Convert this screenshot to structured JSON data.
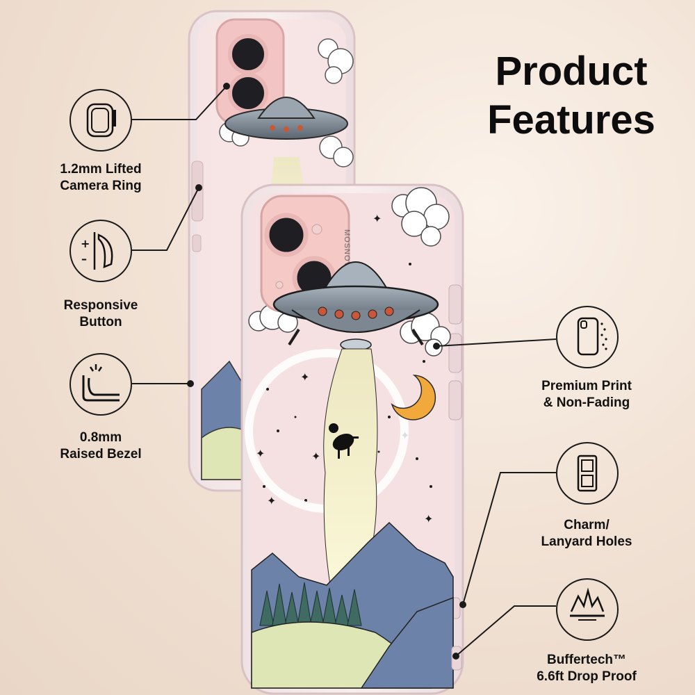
{
  "title": {
    "line1": "Product",
    "line2": "Features"
  },
  "brand_text": "MOSNOVO",
  "features": [
    {
      "line1": "1.2mm Lifted",
      "line2": "Camera Ring",
      "icon": "camera-ring-icon"
    },
    {
      "line1": "Responsive",
      "line2": "Button",
      "icon": "button-press-icon"
    },
    {
      "line1": "0.8mm",
      "line2": "Raised Bezel",
      "icon": "raised-bezel-icon"
    },
    {
      "line1": "Premium Print",
      "line2": "& Non-Fading",
      "icon": "premium-print-icon"
    },
    {
      "line1": "Charm/",
      "line2": "Lanyard Holes",
      "icon": "lanyard-hole-icon"
    },
    {
      "line1": "Buffertech™",
      "line2": "6.6ft Drop Proof",
      "icon": "drop-proof-icon"
    }
  ],
  "colors": {
    "background": "#f2e3d6",
    "phone_pink": "#f4c9c6",
    "case_clear": "#f7eceb",
    "ufo_gray": "#6f7a86",
    "beam": "#f5f2c8",
    "mountain": "#6d82a8",
    "tree": "#3f6b63",
    "moon": "#f2a93b",
    "text": "#111111"
  }
}
